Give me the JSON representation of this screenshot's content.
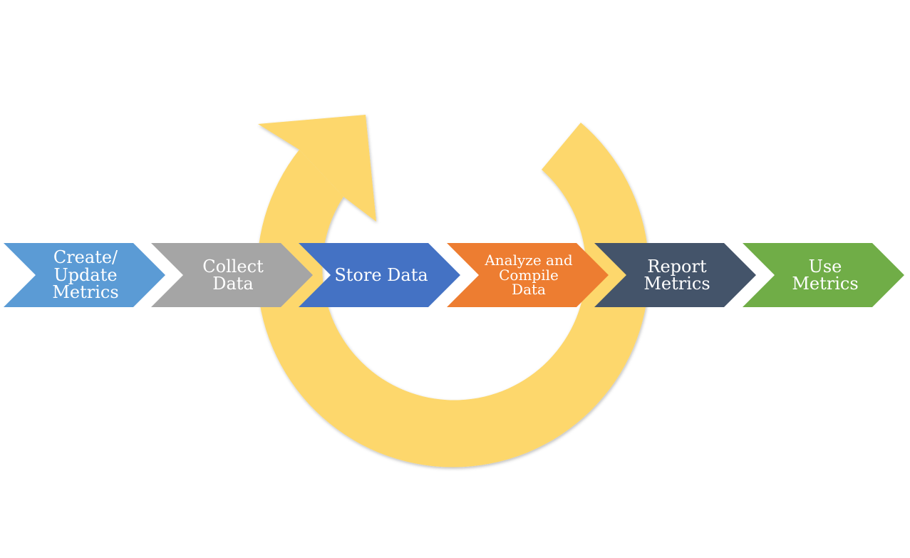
{
  "diagram": {
    "cycle_arrow_color": "#FDD76C",
    "steps": [
      {
        "id": "create-update-metrics",
        "label": "Create/\nUpdate\nMetrics",
        "color": "#5B9BD5"
      },
      {
        "id": "collect-data",
        "label": "Collect\nData",
        "color": "#A5A5A5"
      },
      {
        "id": "store-data",
        "label": "Store Data",
        "color": "#4472C4"
      },
      {
        "id": "analyze-compile-data",
        "label": "Analyze and\nCompile\nData",
        "color": "#ED7D31"
      },
      {
        "id": "report-metrics",
        "label": "Report\nMetrics",
        "color": "#44546A"
      },
      {
        "id": "use-metrics",
        "label": "Use\nMetrics",
        "color": "#70AD47"
      }
    ]
  }
}
